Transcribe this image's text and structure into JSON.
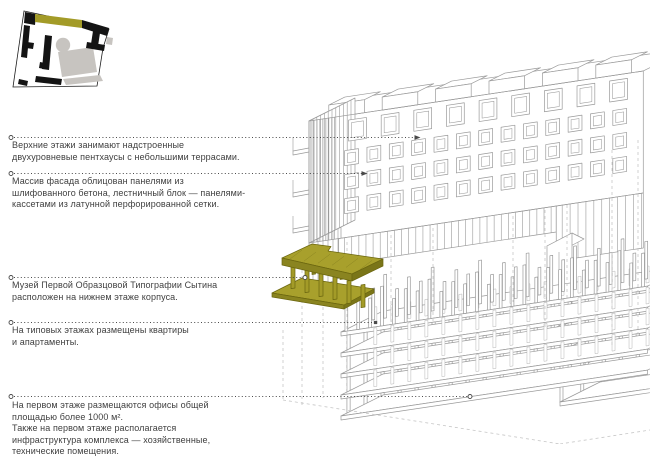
{
  "colors": {
    "accent_olive": "#a39b28",
    "olive_top": "#a8a02c",
    "olive_side": "#8a8420",
    "olive_side_dark": "#7a7518",
    "olive_stroke": "#6b660f",
    "plan_black": "#141414",
    "plan_gray": "#c7c4c0",
    "plan_boundary": "#1c1c1c",
    "wire": "#9a9a9a",
    "dash": "#c6c6c6",
    "leader": "#4a4a4a",
    "text": "#3f3f3f",
    "background": "#ffffff"
  },
  "site_plan": {
    "name": "site-plan-overview",
    "highlighted_building": "corpus with museum (olive)"
  },
  "annotations": [
    {
      "id": "penthouses",
      "lines": [
        "Верхние этажи занимают надстроенные",
        "двухуровневые пентхаусы с небольшими террасами."
      ],
      "marker_start": "circle",
      "marker_end": "arrow"
    },
    {
      "id": "facade",
      "lines": [
        "Массив фасада облицован панелями из",
        "шлифованного бетона, лестничный блок — панелями-",
        "кассетами из латунной перфорированной сетки."
      ],
      "marker_start": "circle",
      "marker_end": "arrow"
    },
    {
      "id": "museum",
      "lines": [
        "Музей Первой Образцовой Типографии Сытина",
        "расположен на нижнем этаже корпуса."
      ],
      "marker_start": "circle",
      "marker_end": "circle"
    },
    {
      "id": "apartments",
      "lines": [
        "На типовых этажах размещены квартиры",
        "и апартаменты."
      ],
      "marker_start": "circle",
      "marker_end": "square"
    },
    {
      "id": "offices",
      "lines": [
        "На первом этаже размещаются офисы общей",
        "площадью более 1000 м².",
        "Также на первом этаже располагается",
        "инфраструктура комплекса — хозяйственные,",
        "технические помещения."
      ],
      "marker_start": "circle",
      "marker_end": "circle"
    }
  ]
}
